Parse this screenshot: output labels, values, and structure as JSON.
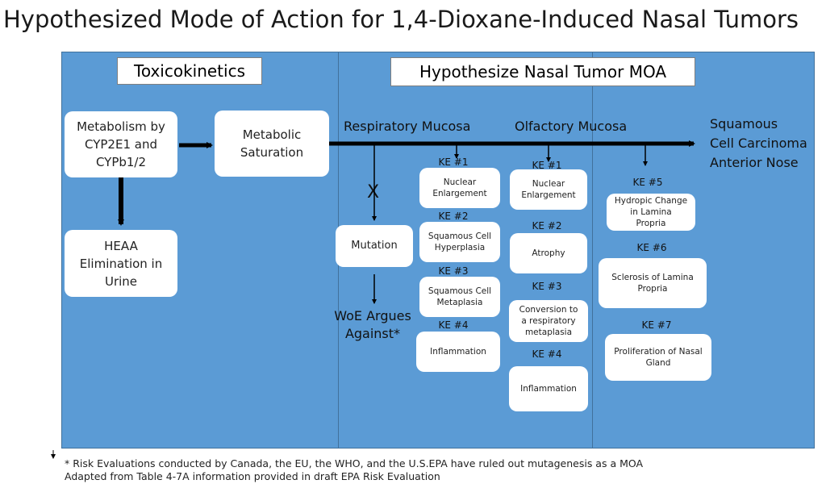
{
  "title": "Hypothesized Mode of Action for 1,4-Dioxane-Induced Nasal Tumors",
  "headers": {
    "toxicokinetics": "Toxicokinetics",
    "moa": "Hypothesize Nasal Tumor MOA"
  },
  "boxes": {
    "metabolism": "Metabolism by\nCYP2E1 and\nCYPb1/2",
    "saturation": "Metabolic\nSaturation",
    "heaa": "HEAA\nElimination in\nUrine",
    "mutation": "Mutation"
  },
  "labels": {
    "respiratory": "Respiratory Mucosa",
    "olfactory": "Olfactory Mucosa",
    "tumor": "Squamous\nCell Carcinoma\nAnterior Nose",
    "woe": "WoE Argues\nAgainst*",
    "x_mark": "X"
  },
  "respiratory_kes": [
    {
      "label": "KE #1",
      "text": "Nuclear\nEnlargement"
    },
    {
      "label": "KE #2",
      "text": "Squamous Cell\nHyperplasia"
    },
    {
      "label": "KE #3",
      "text": "Squamous Cell\nMetaplasia"
    },
    {
      "label": "KE #4",
      "text": "Inflammation"
    }
  ],
  "olfactory_kes": [
    {
      "label": "KE #1",
      "text": "Nuclear\nEnlargement"
    },
    {
      "label": "KE #2",
      "text": "Atrophy"
    },
    {
      "label": "KE #3",
      "text": "Conversion to\na respiratory\nmetaplasia"
    },
    {
      "label": "KE #4",
      "text": "Inflammation"
    }
  ],
  "lamina_kes": [
    {
      "label": "KE #5",
      "text": "Hydropic Change\nin Lamina\nPropria"
    },
    {
      "label": "KE #6",
      "text": "Sclerosis of Lamina\nPropria"
    },
    {
      "label": "KE #7",
      "text": "Proliferation of Nasal\nGland"
    }
  ],
  "footnotes": {
    "line1": "* Risk Evaluations conducted by Canada, the EU, the WHO, and the U.S.EPA have ruled out mutagenesis as a MOA",
    "line2": "Adapted from Table 4-7A information provided in draft EPA Risk Evaluation"
  },
  "colors": {
    "panel": "#5b9bd5",
    "box": "#ffffff",
    "arrow": "#000000"
  }
}
